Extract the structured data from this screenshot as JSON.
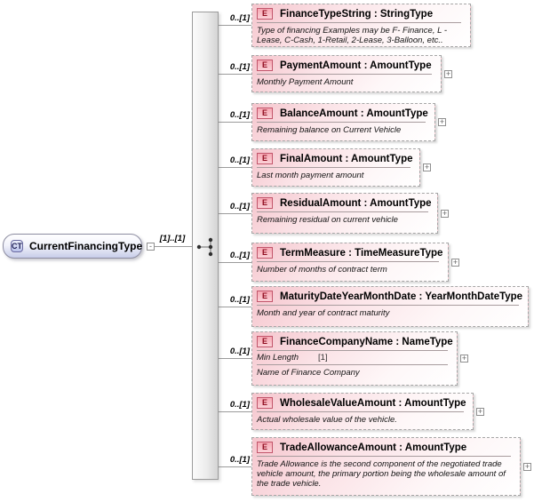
{
  "root": {
    "badge": "CT",
    "name": "CurrentFinancingType",
    "cardinality": "[1]..[1]"
  },
  "compositor": "sequence",
  "badges": {
    "element": "E"
  },
  "icons": {
    "expand_glyph": "+",
    "collapse_glyph": "-"
  },
  "colors": {
    "element_fill": "#f5c5cd",
    "element_border": "#a6a6a6",
    "element_badge_border": "#c2556b",
    "root_fill": "#c7cde9",
    "connector": "#9b9b9b"
  },
  "elements": [
    {
      "title": "FinanceTypeString : StringType",
      "cardinality": "0..[1]",
      "annotation": "Type of financing Examples may be F- Finance, L - Lease, C-Cash, 1-Retail, 2-Lease, 3-Balloon, etc.."
    },
    {
      "title": "PaymentAmount : AmountType",
      "cardinality": "0..[1]",
      "annotation": "Monthly Payment Amount"
    },
    {
      "title": "BalanceAmount : AmountType",
      "cardinality": "0..[1]",
      "annotation": "Remaining balance on Current Vehicle"
    },
    {
      "title": "FinalAmount : AmountType",
      "cardinality": "0..[1]",
      "annotation": "Last month payment amount"
    },
    {
      "title": "ResidualAmount : AmountType",
      "cardinality": "0..[1]",
      "annotation": "Remaining residual on current vehicle"
    },
    {
      "title": "TermMeasure : TimeMeasureType",
      "cardinality": "0..[1]",
      "annotation": "Number of months of contract term"
    },
    {
      "title": "MaturityDateYearMonthDate : YearMonthDateType",
      "cardinality": "0..[1]",
      "annotation": "Month and year of contract maturity"
    },
    {
      "title": "FinanceCompanyName : NameType",
      "cardinality": "0..[1]",
      "facet": {
        "name": "Min Length",
        "value": "[1]"
      },
      "annotation": "Name of Finance Company"
    },
    {
      "title": "WholesaleValueAmount : AmountType",
      "cardinality": "0..[1]",
      "annotation": "Actual wholesale value of the vehicle."
    },
    {
      "title": "TradeAllowanceAmount : AmountType",
      "cardinality": "0..[1]",
      "annotation": "Trade Allowance is the second component of the negotiated trade vehicle amount, the primary portion being the wholesale amount of the trade vehicle."
    }
  ]
}
